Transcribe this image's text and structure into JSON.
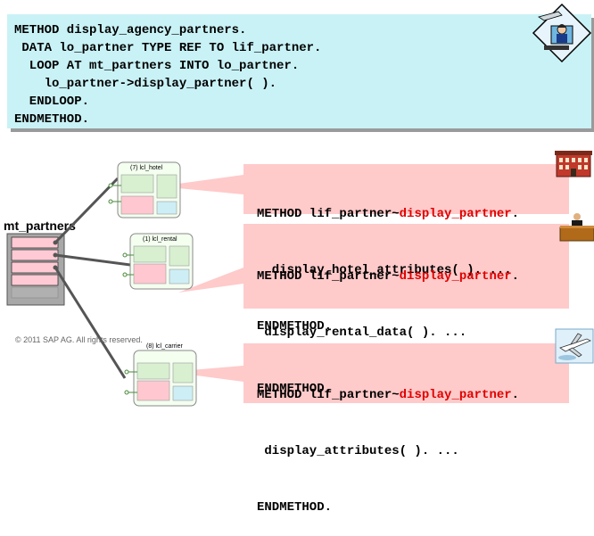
{
  "top_code": {
    "line1": "METHOD display_agency_partners.",
    "line2": " DATA lo_partner TYPE REF TO lif_partner.",
    "line3": "  LOOP AT mt_partners INTO lo_partner.",
    "line4": "    lo_partner->display_partner( ).",
    "line5": "  ENDLOOP.",
    "line6": "ENDMETHOD."
  },
  "table": {
    "title": "mt_partners"
  },
  "objects": [
    {
      "label": "(7) lcl_hotel"
    },
    {
      "label": "(1) lcl_rental"
    },
    {
      "label": "(8) lcl_carrier"
    }
  ],
  "callouts": [
    {
      "method_prefix": "METHOD lif_partner~",
      "method_name": "display_partner",
      "period": ".",
      "call": "  display_hotel_attributes( ). ...",
      "end": "ENDMETHOD."
    },
    {
      "method_prefix": "METHOD lif_partner~",
      "method_name": "display_partner",
      "period": ".",
      "call": " display_rental_data( ). ...",
      "end": "ENDMETHOD."
    },
    {
      "method_prefix": "METHOD lif_partner~",
      "method_name": "display_partner",
      "period": ".",
      "call": " display_attributes( ). ...",
      "end": "ENDMETHOD."
    }
  ],
  "copyright": "© 2011 SAP AG. All rights reserved.",
  "icons": [
    "travel-agent-icon",
    "hotel-icon",
    "car-rental-desk-icon",
    "airplane-icon"
  ],
  "colors": {
    "code_bg": "#c9f2f6",
    "callout_bg": "#ffcaca",
    "keyword_red": "#e00000",
    "object_green": "#d8f0d0",
    "object_pink": "#ffc8d0"
  }
}
